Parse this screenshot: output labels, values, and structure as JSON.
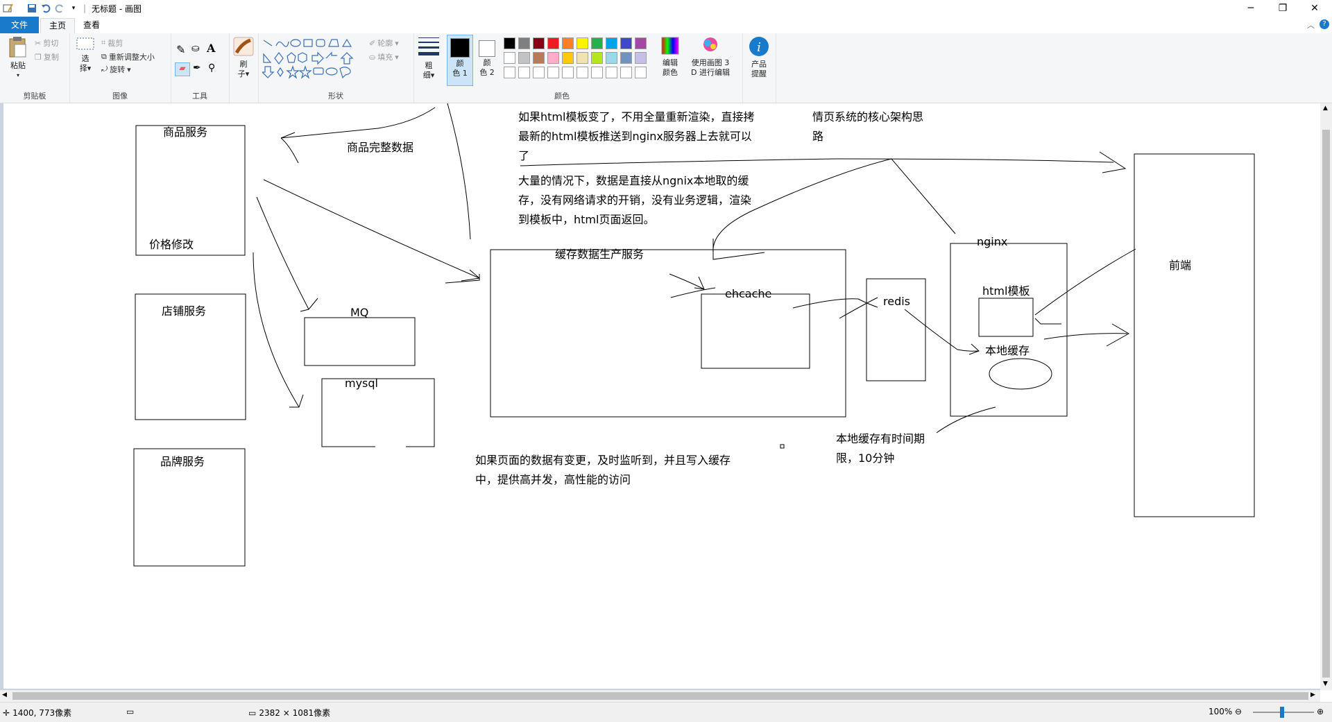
{
  "window": {
    "title": "无标题 - 画图",
    "controls": {
      "minimize": "─",
      "restore": "❐",
      "close": "✕"
    }
  },
  "tabs": {
    "file": "文件",
    "home": "主页",
    "view": "查看"
  },
  "ribbon": {
    "clipboard": {
      "paste": "粘贴",
      "cut": "剪切",
      "copy": "复制",
      "group": "剪贴板"
    },
    "image": {
      "select_line1": "选",
      "select_line2": "择",
      "crop": "裁剪",
      "resize": "重新调整大小",
      "rotate": "旋转",
      "group": "图像"
    },
    "tools": {
      "group": "工具"
    },
    "brushes": {
      "line1": "刷",
      "line2": "子"
    },
    "shapes": {
      "outline": "轮廓",
      "fill": "填充",
      "group": "形状"
    },
    "size": {
      "line1": "粗",
      "line2": "细"
    },
    "colors": {
      "color1_line1": "颜",
      "color1_line2": "色 1",
      "color2_line1": "颜",
      "color2_line2": "色 2",
      "edit_line1": "编辑",
      "edit_line2": "颜色",
      "paint3d_line1": "使用画图 3",
      "paint3d_line2": "D 进行编辑",
      "tips_line1": "产品",
      "tips_line2": "提醒",
      "group": "颜色",
      "palette_row1": [
        "#000000",
        "#7f7f7f",
        "#880015",
        "#ed1c24",
        "#ff7f27",
        "#fff200",
        "#22b14c",
        "#00a2e8",
        "#3f48cc",
        "#a349a4"
      ],
      "palette_row2": [
        "#ffffff",
        "#c3c3c3",
        "#b97a57",
        "#ffaec9",
        "#ffc90e",
        "#efe4b0",
        "#b5e61d",
        "#99d9ea",
        "#7092be",
        "#c8bfe7"
      ]
    }
  },
  "canvas_texts": {
    "goods_service": "商品服务",
    "price_modify": "价格修改",
    "shop_service": "店铺服务",
    "brand_service": "品牌服务",
    "full_data": "商品完整数据",
    "mq": "MQ",
    "mysql": "mysql",
    "cache_service": "缓存数据生产服务",
    "ehcache": "ehcache",
    "redis": "redis",
    "nginx": "nginx",
    "html_template": "html模板",
    "local_cache": "本地缓存",
    "frontend": "前端",
    "note_template": "如果html模板变了，不用全量重新渲染，直接拷\n最新的html模板推送到nginx服务器上去就可以\n了",
    "note_local": "大量的情况下，数据是直接从ngnix本地取的缓\n存，没有网络请求的开销，没有业务逻辑，渲染\n到模板中，html页面返回。",
    "note_title": "大型电商网站的商品详\n情页系统的核心架构思\n路",
    "note_change": "如果页面的数据有变更，及时监听到，并且写入缓存\n中，提供高并发，高性能的访问",
    "note_ttl": "本地缓存有时间期\n限，10分钟"
  },
  "status": {
    "cursor": "1400, 773像素",
    "size": "2382 × 1081像素",
    "zoom": "100%"
  }
}
